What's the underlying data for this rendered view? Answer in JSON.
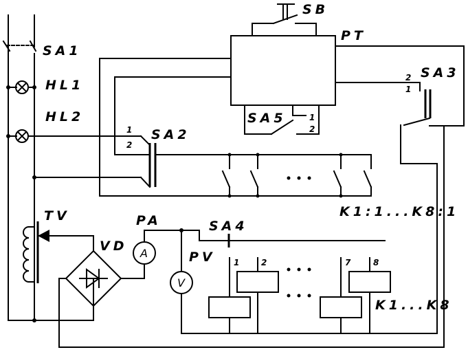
{
  "labels": {
    "sa1": "SA1",
    "hl1": "HL1",
    "hl2": "HL2",
    "tv": "TV",
    "vd": "VD",
    "pa": "PA",
    "pv": "PV",
    "sa2": "SA2",
    "sa3": "SA3",
    "sa4": "SA4",
    "sa5": "SA5",
    "sb": "SB",
    "pt": "PT",
    "k_contacts": "K1:1...K8:1",
    "k_coils": "K1...K8",
    "ammeter": "A",
    "voltmeter": "V",
    "n1": "1",
    "n2": "2",
    "n7": "7",
    "n8": "8",
    "p1": "1",
    "p2": "2",
    "ellipsis": "• • •"
  }
}
